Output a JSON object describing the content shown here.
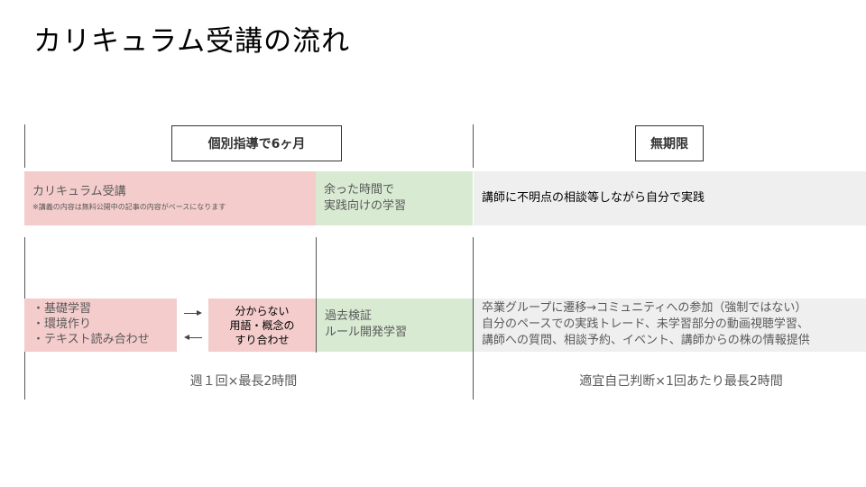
{
  "title": "カリキュラム受講の流れ",
  "phases": {
    "phase1_label": "個別指導で6ヶ月",
    "phase2_label": "無期限"
  },
  "row1": {
    "curriculum_title": "カリキュラム受講",
    "curriculum_note": "※講義の内容は無料公開中の記事の内容がベースになります",
    "spare_time_line1": "余った時間で",
    "spare_time_line2": "実践向けの学習",
    "self_practice": "講師に不明点の相談等しながら自分で実践"
  },
  "row2": {
    "basics_items": [
      "・基礎学習",
      "・環境作り",
      "・テキスト読み合わせ"
    ],
    "alignment_lines": [
      "分からない",
      "用語・概念の",
      "すり合わせ"
    ],
    "review_line1": "過去検証",
    "review_line2": "ルール開発学習",
    "community_lines": [
      "卒業グループに遷移→コミュニティへの参加（強制ではない）",
      "自分のペースでの実践トレード、未学習部分の動画視聴学習、",
      "講師への質問、相談予約、イベント、講師からの株の情報提供"
    ]
  },
  "captions": {
    "phase1": "週１回×最長2時間",
    "phase2": "適宜自己判断×1回あたり最長2時間"
  },
  "colors": {
    "pink": "#f4cccc",
    "green": "#d9ead3",
    "grey": "#efefef"
  }
}
